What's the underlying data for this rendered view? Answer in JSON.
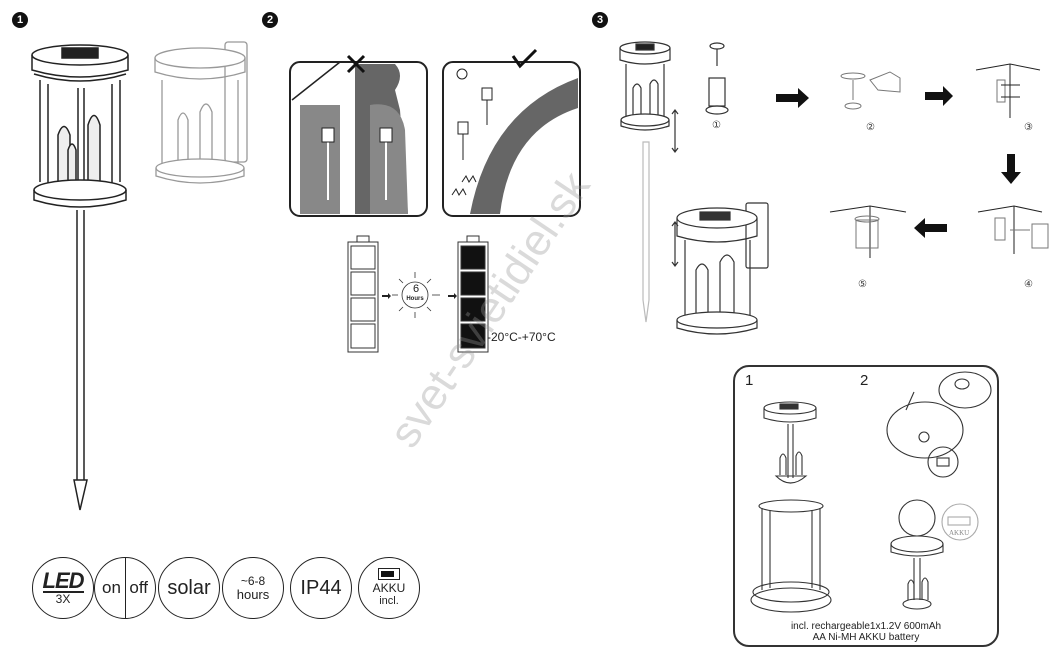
{
  "steps": {
    "step1_badge": "1",
    "step2_badge": "2",
    "step3_badge": "3"
  },
  "charging": {
    "sun_hours_value": "6",
    "sun_hours_label": "Hours",
    "temperature_range": "-20°C-+70°C"
  },
  "installation": {
    "sub_steps": [
      "①",
      "②",
      "③",
      "④",
      "⑤"
    ]
  },
  "battery_box": {
    "panel1_label": "1",
    "panel2_label": "2",
    "akku_label": "AKKU",
    "caption_line1": "incl. rechargeable1x1.2V 600mAh",
    "caption_line2": "AA Ni-MH AKKU battery"
  },
  "feature_icons": {
    "led": "LED",
    "led_count": "3X",
    "on": "on",
    "off": "off",
    "solar": "solar",
    "hours_top": "~6-8",
    "hours_bottom": "hours",
    "ip_rating": "IP44",
    "akku_top": "AKKU",
    "akku_bottom": "incl."
  },
  "watermark": "svet-svietidiel.sk",
  "colors": {
    "ink": "#222222",
    "gray_panel": "#8a8a8a",
    "dark_gray": "#555555"
  }
}
